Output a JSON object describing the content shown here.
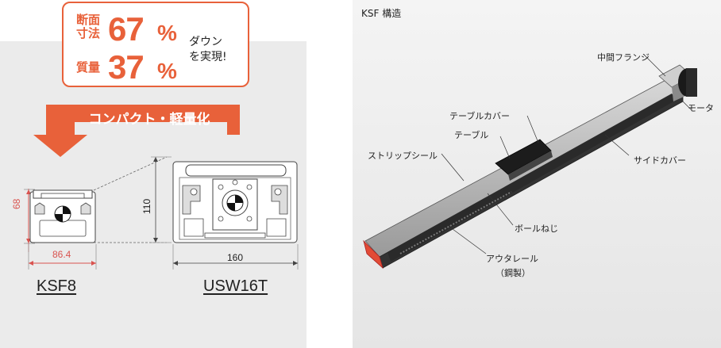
{
  "callout": {
    "line1_small": "断面",
    "line2_small": "寸法",
    "dimension_value": "67",
    "line3_small": "質量",
    "mass_value": "37",
    "percent": "%",
    "side_line1": "ダウン",
    "side_line2": "を実現!"
  },
  "banner": {
    "text": "コンパクト・軽量化"
  },
  "ksf8": {
    "height_dim": "68",
    "width_dim": "86.4",
    "model": "KSF8"
  },
  "usw16t": {
    "height_dim": "110",
    "width_dim": "160",
    "model": "USW16T"
  },
  "structure": {
    "title": "KSF 構造",
    "labels": {
      "flange": "中間フランジ",
      "motor": "モータ",
      "table_cover": "テーブルカバー",
      "table": "テーブル",
      "strip_seal": "ストリップシール",
      "side_cover": "サイドカバー",
      "ball_screw": "ボールねじ",
      "outer_rail": "アウタレール",
      "outer_rail_sub": "（鋼製）"
    }
  },
  "colors": {
    "accent": "#e8613a",
    "dim_red": "#d9534f"
  }
}
